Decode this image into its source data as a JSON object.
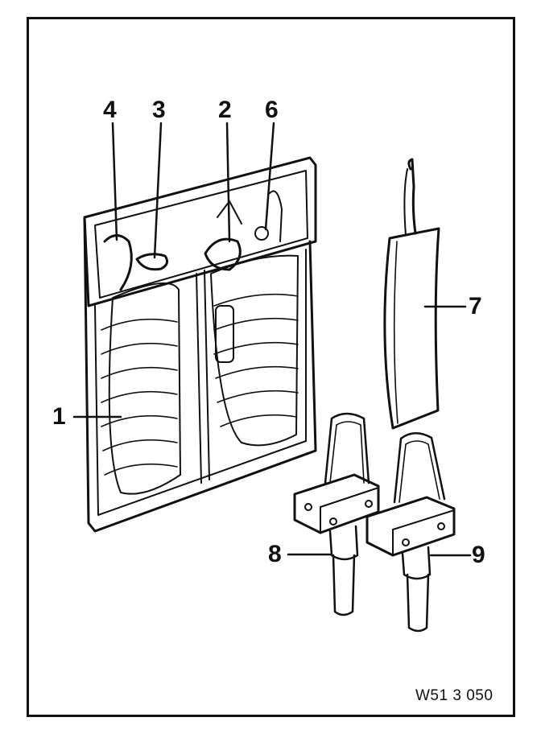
{
  "callouts": {
    "c1": "1",
    "c2": "2",
    "c3": "3",
    "c4": "4",
    "c6": "6",
    "c7": "7",
    "c8": "8",
    "c9": "9"
  },
  "figure_code": "W51 3 050",
  "colors": {
    "ink": "#111111",
    "background": "#ffffff"
  }
}
